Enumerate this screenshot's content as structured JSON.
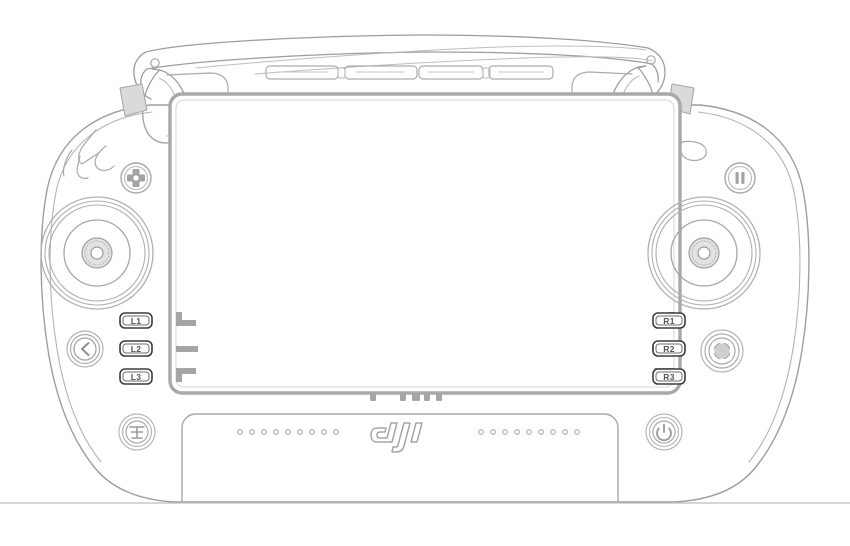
{
  "device": {
    "name": "DJI RC Pro Remote Controller",
    "brand_logo": "dji",
    "view": "front-outline-diagram",
    "line_color": "#9a9a9a",
    "line_color_dark": "#6e6e6e",
    "label_color": "#555555",
    "background": "#ffffff"
  },
  "screen": {
    "label": "touchscreen-display",
    "bezel_color": "#a8a8a8",
    "fill": "#ffffff"
  },
  "buttons": {
    "left_column": [
      {
        "id": "L1",
        "label": "L1",
        "name": "button-l1"
      },
      {
        "id": "L2",
        "label": "L2",
        "name": "button-l2"
      },
      {
        "id": "L3",
        "label": "L3",
        "name": "button-l3"
      }
    ],
    "right_column": [
      {
        "id": "R1",
        "label": "R1",
        "name": "button-r1"
      },
      {
        "id": "R2",
        "label": "R2",
        "name": "button-r2"
      },
      {
        "id": "R3",
        "label": "R3",
        "name": "button-r3"
      }
    ],
    "five_d": {
      "name": "five-d-button",
      "icon": "five-d-cross-icon"
    },
    "record": {
      "name": "record-pause-button",
      "icon": "pause-icon"
    },
    "back": {
      "name": "back-button",
      "icon": "chevron-left-icon"
    },
    "rth": {
      "name": "return-to-home-button",
      "icon": "rth-icon"
    },
    "power": {
      "name": "power-button",
      "icon": "power-icon"
    },
    "scroll_dial": {
      "name": "scroll-dial",
      "icon": "dial-icon"
    }
  },
  "sticks": {
    "left": {
      "name": "left-control-stick"
    },
    "right": {
      "name": "right-control-stick"
    }
  },
  "antennas": {
    "left": {
      "name": "left-antenna"
    },
    "right": {
      "name": "right-antenna"
    }
  },
  "speaker_grilles": {
    "left_dot_count": 9,
    "right_dot_count": 9,
    "dot_color": "#a9a9a9"
  },
  "top_vents": {
    "segment_count": 4
  },
  "bottom_ports": {
    "count": 5
  },
  "lanyard_hook": {
    "name": "lanyard-attachment-hook"
  },
  "corner_markers": {
    "left_count": 3,
    "right_count": 3
  }
}
